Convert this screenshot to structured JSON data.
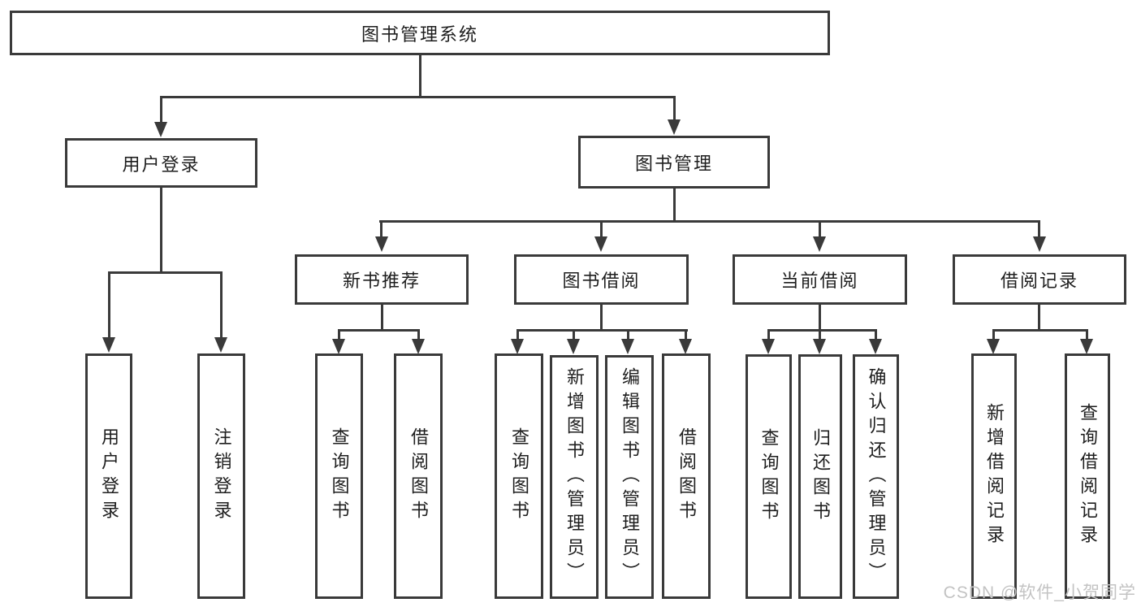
{
  "diagram": {
    "type": "tree",
    "root": {
      "label": "图书管理系统",
      "children": [
        {
          "label": "用户登录",
          "children": [
            {
              "label": "用户登录"
            },
            {
              "label": "注销登录"
            }
          ]
        },
        {
          "label": "图书管理",
          "children": [
            {
              "label": "新书推荐",
              "children": [
                {
                  "label": "查询图书"
                },
                {
                  "label": "借阅图书"
                }
              ]
            },
            {
              "label": "图书借阅",
              "children": [
                {
                  "label": "查询图书"
                },
                {
                  "label": "新增图书（管理员）"
                },
                {
                  "label": "编辑图书（管理员）"
                },
                {
                  "label": "借阅图书"
                }
              ]
            },
            {
              "label": "当前借阅",
              "children": [
                {
                  "label": "查询图书"
                },
                {
                  "label": "归还图书"
                },
                {
                  "label": "确认归还（管理员）"
                }
              ]
            },
            {
              "label": "借阅记录",
              "children": [
                {
                  "label": "新增借阅记录"
                },
                {
                  "label": "查询借阅记录"
                }
              ]
            }
          ]
        }
      ]
    }
  },
  "watermark": "CSDN @软件_小贺同学",
  "colors": {
    "line": "#3a3a3a",
    "text": "#1e1e1e",
    "watermark": "#c3c3c3",
    "background": "#ffffff"
  }
}
